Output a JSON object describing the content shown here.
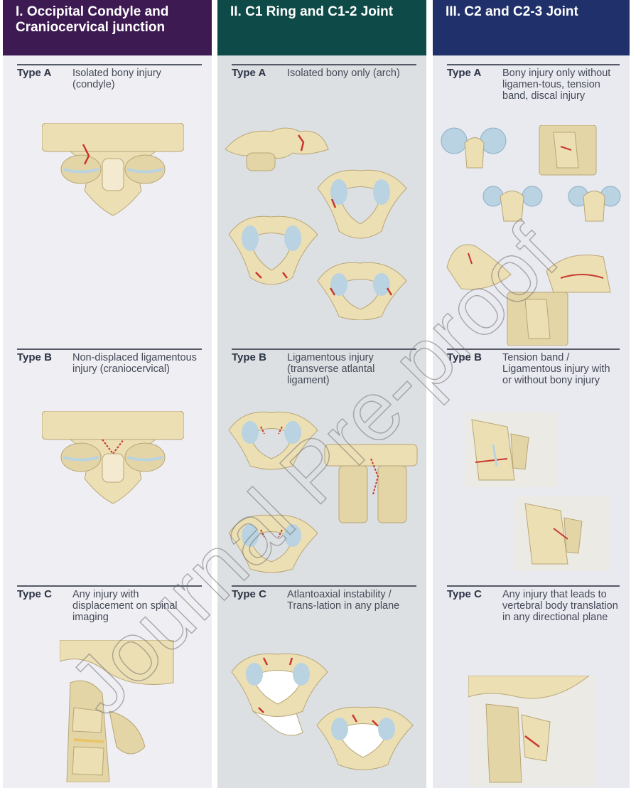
{
  "columns": [
    {
      "title": "I. Occipital Condyle and Craniocervical junction",
      "header_color": "#3d1a52",
      "panel_color": "#eeeef3",
      "rows": [
        {
          "label": "Type A",
          "description": "Isolated bony injury (condyle)"
        },
        {
          "label": "Type B",
          "description": "Non-displaced ligamentous injury (craniocervical)"
        },
        {
          "label": "Type C",
          "description": "Any injury with displacement on spinal imaging"
        }
      ]
    },
    {
      "title": "II. C1 Ring and C1-2 Joint",
      "header_color": "#0e4a47",
      "panel_color": "#dde0e3",
      "rows": [
        {
          "label": "Type A",
          "description": "Isolated bony only (arch)"
        },
        {
          "label": "Type B",
          "description": "Ligamentous injury (transverse atlantal ligament)"
        },
        {
          "label": "Type C",
          "description": "Atlantoaxial instability / Trans-lation in any plane"
        }
      ]
    },
    {
      "title": "III. C2 and C2-3 Joint",
      "header_color": "#20306a",
      "panel_color": "#e9e9f0",
      "rows": [
        {
          "label": "Type A",
          "description": "Bony injury only without ligamen-tous, tension band, discal injury"
        },
        {
          "label": "Type B",
          "description": "Tension band / Ligamentous injury with or without bony injury"
        },
        {
          "label": "Type C",
          "description": "Any injury that leads to vertebral body translation in any directional plane"
        }
      ]
    }
  ],
  "watermark": "Journal Pre-proof",
  "colors": {
    "bone": "#ecdfb4",
    "bone_outline": "#b8a676",
    "cartilage": "#b9d3e2",
    "fracture": "#c8372d"
  }
}
